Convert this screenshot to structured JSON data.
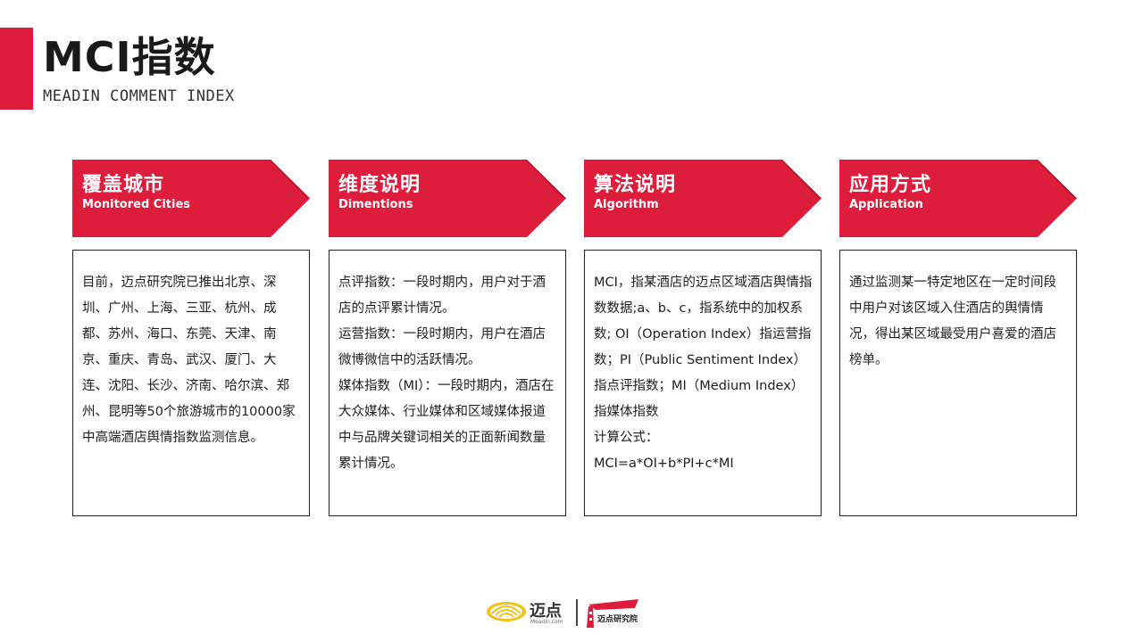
{
  "header": {
    "title": "MCI指数",
    "subtitle": "MEADIN COMMENT INDEX"
  },
  "colors": {
    "accent": "#de1c3b",
    "text": "#222222",
    "logo_yellow": "#f2c21b"
  },
  "columns": [
    {
      "title": "覆盖城市",
      "subtitle": "Monitored Cities",
      "paragraphs": [
        "目前，迈点研究院已推出北京、深圳、广州、上海、三亚、杭州、成都、苏州、海口、东莞、天津、南京、重庆、青岛、武汉、厦门、大连、沈阳、长沙、济南、哈尔滨、郑州、昆明等50个旅游城市的10000家中高端酒店舆情指数监测信息。"
      ]
    },
    {
      "title": "维度说明",
      "subtitle": "Dimentions",
      "paragraphs": [
        "点评指数：一段时期内，用户对于酒店的点评累计情况。",
        "运营指数：一段时期内，用户在酒店微博微信中的活跃情况。",
        "媒体指数（MI）：一段时期内，酒店在大众媒体、行业媒体和区域媒体报道中与品牌关键词相关的正面新闻数量累计情况。"
      ]
    },
    {
      "title": "算法说明",
      "subtitle": "Algorithm",
      "paragraphs": [
        "MCI，指某酒店的迈点区域酒店舆情指数数据;a、b、c，指系统中的加权系数; OI（Operation Index）指运营指数；PI（Public Sentiment Index）指点评指数；MI（Medium Index）指媒体指数",
        "计算公式：",
        "MCI=a*OI+b*PI+c*MI"
      ]
    },
    {
      "title": "应用方式",
      "subtitle": "Application",
      "paragraphs": [
        "通过监测某一特定地区在一定时间段中用户对该区域入住酒店的舆情情况，得出某区域最受用户喜爱的酒店榜单。"
      ]
    }
  ],
  "footer": {
    "logo_name": "迈点",
    "logo_domain": "Meadin.com",
    "institute_name": "迈点研究院",
    "logo_icon": "meadin-logo-icon",
    "institute_icon": "lighthouse-icon"
  }
}
